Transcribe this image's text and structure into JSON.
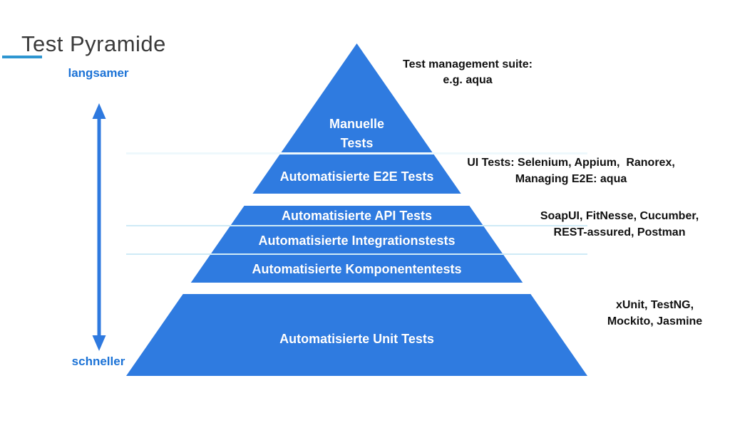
{
  "title": {
    "text": "Test Pyramide"
  },
  "speed_axis": {
    "top_label": "langsamer",
    "bottom_label": "schneller"
  },
  "pyramid": {
    "layers": [
      {
        "name": "manuelle-tests",
        "lines": [
          "Manuelle",
          "Tests"
        ]
      },
      {
        "name": "automatisierte-e2e-tests",
        "lines": [
          "Automatisierte E2E Tests"
        ]
      },
      {
        "name": "automatisierte-api-tests",
        "lines": [
          "Automatisierte API Tests"
        ]
      },
      {
        "name": "automatisierte-integrationstests",
        "lines": [
          "Automatisierte Integrationstests"
        ]
      },
      {
        "name": "automatisierte-komponententests",
        "lines": [
          "Automatisierte Komponententests"
        ]
      },
      {
        "name": "automatisierte-unit-tests",
        "lines": [
          "Automatisierte Unit Tests"
        ]
      }
    ]
  },
  "annotations": [
    {
      "name": "manual-tools",
      "lines": [
        "Test management suite:",
        "e.g. aqua"
      ]
    },
    {
      "name": "e2e-tools",
      "lines": [
        "UI Tests: Selenium, Appium,  Ranorex,",
        "Managing E2E: aqua"
      ]
    },
    {
      "name": "api-integration-tools",
      "lines": [
        "SoapUI, FitNesse, Cucumber,",
        "REST-assured, Postman"
      ]
    },
    {
      "name": "unit-tools",
      "lines": [
        "xUnit, TestNG,",
        "Mockito, Jasmine"
      ]
    }
  ],
  "colors": {
    "pyramid_blue": "#2f7be0",
    "arrow_blue": "#2e79df",
    "speed_label_blue": "#1b72d6",
    "title_underline_blue": "#2e96d1",
    "title_gray": "#3a3a3a",
    "annotation_black": "#111111",
    "layer_text_white": "#ffffff"
  }
}
